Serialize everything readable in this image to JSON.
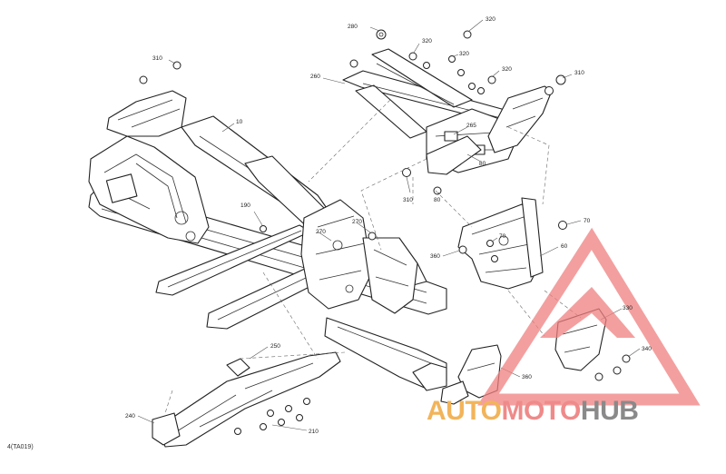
{
  "diagram_id": "4(TA019)",
  "callouts": [
    {
      "id": "c10",
      "text": "10"
    },
    {
      "id": "c60",
      "text": "60"
    },
    {
      "id": "c70",
      "text": "70"
    },
    {
      "id": "c80a",
      "text": "80"
    },
    {
      "id": "c80b",
      "text": "80"
    },
    {
      "id": "c190",
      "text": "190"
    },
    {
      "id": "c210",
      "text": "210"
    },
    {
      "id": "c240",
      "text": "240"
    },
    {
      "id": "c250",
      "text": "250"
    },
    {
      "id": "c260",
      "text": "260"
    },
    {
      "id": "c265",
      "text": "265"
    },
    {
      "id": "c270a",
      "text": "270"
    },
    {
      "id": "c270b",
      "text": "270"
    },
    {
      "id": "c280",
      "text": "280"
    },
    {
      "id": "c310a",
      "text": "310"
    },
    {
      "id": "c310b",
      "text": "310"
    },
    {
      "id": "c310c",
      "text": "310"
    },
    {
      "id": "c320a",
      "text": "320"
    },
    {
      "id": "c320b",
      "text": "320"
    },
    {
      "id": "c320c",
      "text": "320"
    },
    {
      "id": "c320d",
      "text": "320"
    },
    {
      "id": "c330",
      "text": "330"
    },
    {
      "id": "c340",
      "text": "340"
    },
    {
      "id": "c360a",
      "text": "360"
    },
    {
      "id": "c360b",
      "text": "360"
    }
  ],
  "watermark": {
    "part1": "AUTO",
    "part2": "MOTO",
    "part3": "HUB",
    "color_auto": "#f2b45a",
    "color_moto": "#ef8a8a",
    "color_hub": "#8a8a8a",
    "triangle_color": "#f07f7f"
  }
}
